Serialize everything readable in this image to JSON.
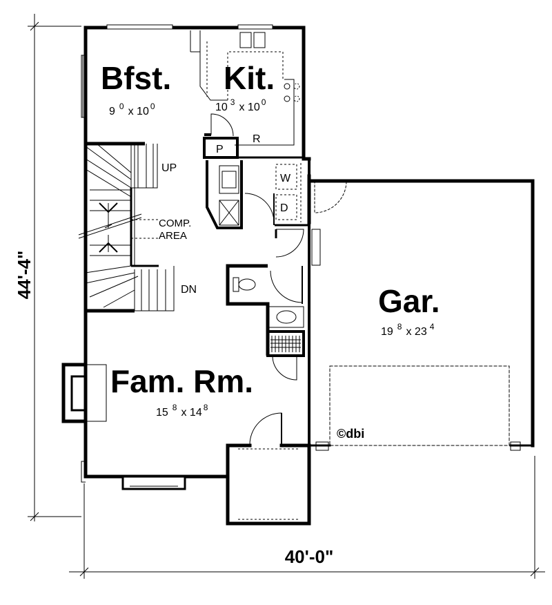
{
  "plan": {
    "overall_depth": "44'-4\"",
    "overall_width": "40'-0\"",
    "copyright": "©dbi"
  },
  "rooms": {
    "breakfast": {
      "name": "Bfst.",
      "w": "9",
      "w_in": "0",
      "sep": "x 10",
      "d_in": "0"
    },
    "kitchen": {
      "name": "Kit.",
      "w": "10",
      "w_in": "3",
      "sep": "x 10",
      "d_in": "0"
    },
    "garage": {
      "name": "Gar.",
      "w": "19",
      "w_in": "8",
      "sep": "x 23",
      "d_in": "4"
    },
    "family": {
      "name": "Fam. Rm.",
      "w": "15",
      "w_in": "8",
      "sep": "x 14",
      "d_in": "8"
    }
  },
  "labels": {
    "up": "UP",
    "down": "DN",
    "comp": "COMP.",
    "area": "AREA",
    "pantry": "P",
    "fridge": "R",
    "washer": "W",
    "dryer": "D"
  }
}
